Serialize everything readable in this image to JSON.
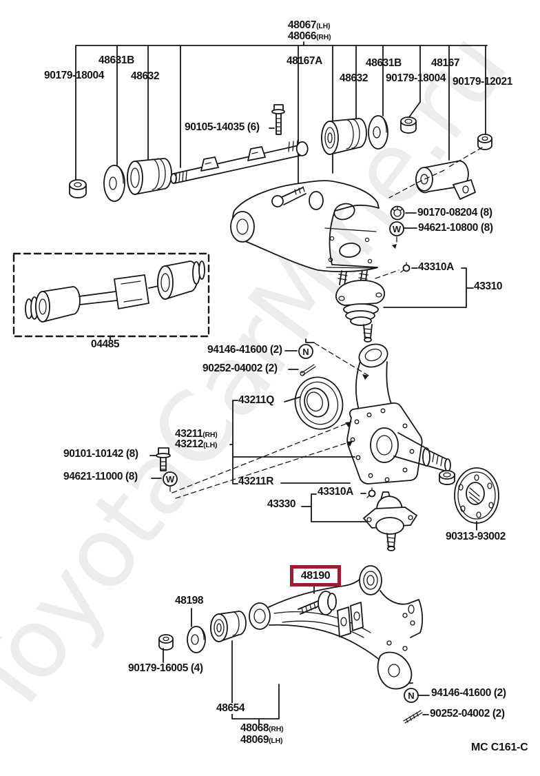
{
  "diagram": {
    "watermark": "ToyotaCarMine.ru",
    "figure_code": "MC C161-C",
    "highlight": {
      "part": "48190",
      "color": "#9e1b32"
    },
    "icons": {
      "castle_nut_letter": "N",
      "plate_washer_letter": "W"
    },
    "labels": {
      "arm_upper_lh": {
        "text": "48067",
        "suffix": "(LH)"
      },
      "arm_upper_rh": {
        "text": "48066",
        "suffix": "(RH)"
      },
      "bush_48631b_left": {
        "text": "48631B"
      },
      "nut_90179_18004_left": {
        "text": "90179-18004"
      },
      "bush_48632_left": {
        "text": "48632"
      },
      "cam_48167a": {
        "text": "48167A"
      },
      "bush_48631b_right": {
        "text": "48631B"
      },
      "bracket_48167": {
        "text": "48167"
      },
      "bush_48632_right": {
        "text": "48632"
      },
      "nut_90179_18004_right": {
        "text": "90179-18004"
      },
      "nut_90179_12021": {
        "text": "90179-12021"
      },
      "bolt_90105_14035": {
        "text": "90105-14035 (6)"
      },
      "bolt_90170_08204": {
        "text": "90170-08204 (8)"
      },
      "washer_94621_10800": {
        "text": "94621-10800 (8)"
      },
      "fitting_43310a_upper": {
        "text": "43310A"
      },
      "joint_43310": {
        "text": "43310"
      },
      "kit_04485": {
        "text": "04485"
      },
      "nut_94146_41600_upper": {
        "text": "94146-41600 (2)"
      },
      "pin_90252_04002_upper": {
        "text": "90252-04002 (2)"
      },
      "seal_43211q": {
        "text": "43211Q"
      },
      "knuckle_43211_rh": {
        "text": "43211",
        "suffix": "(RH)"
      },
      "knuckle_43212_lh": {
        "text": "43212",
        "suffix": "(LH)"
      },
      "bolt_90101_10142": {
        "text": "90101-10142 (8)"
      },
      "washer_94621_11000": {
        "text": "94621-11000 (8)"
      },
      "spindle_43211r": {
        "text": "43211R"
      },
      "fitting_43310a_lower": {
        "text": "43310A"
      },
      "joint_43330": {
        "text": "43330"
      },
      "flange_90313_93002": {
        "text": "90313-93002"
      },
      "bolt_48190": {
        "text": "48190"
      },
      "washer_48198": {
        "text": "48198"
      },
      "nut_90179_16005": {
        "text": "90179-16005 (4)"
      },
      "bush_48654": {
        "text": "48654"
      },
      "arm_lower_rh": {
        "text": "48068",
        "suffix": "(RH)"
      },
      "arm_lower_lh": {
        "text": "48069",
        "suffix": "(LH)"
      },
      "nut_94146_41600_lower": {
        "text": "94146-41600 (2)"
      },
      "pin_90252_04002_lower": {
        "text": "90252-04002 (2)"
      }
    }
  }
}
